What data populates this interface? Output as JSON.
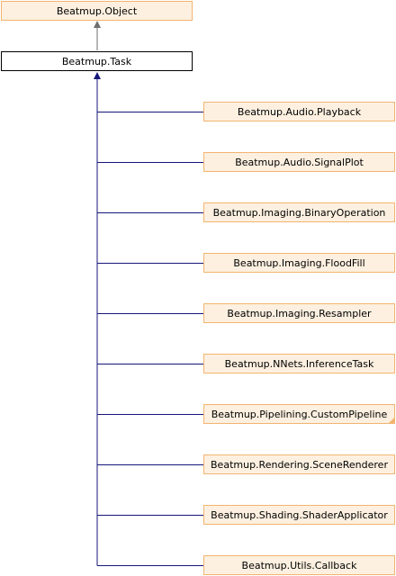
{
  "diagram": {
    "colors": {
      "external_fill": "#fdf0e0",
      "external_stroke": "#f2b570",
      "focus_fill": "#ffffff",
      "focus_stroke": "#000000",
      "edge": "#16167a",
      "edge_top": "#6e6e6e"
    },
    "nodes": [
      {
        "id": "object",
        "label": "Beatmup.Object",
        "kind": "external"
      },
      {
        "id": "task",
        "label": "Beatmup.Task",
        "kind": "focus"
      },
      {
        "id": "playback",
        "label": "Beatmup.Audio.Playback",
        "kind": "external"
      },
      {
        "id": "signalplot",
        "label": "Beatmup.Audio.SignalPlot",
        "kind": "external"
      },
      {
        "id": "binop",
        "label": "Beatmup.Imaging.BinaryOperation",
        "kind": "external"
      },
      {
        "id": "floodfill",
        "label": "Beatmup.Imaging.FloodFill",
        "kind": "external"
      },
      {
        "id": "resampler",
        "label": "Beatmup.Imaging.Resampler",
        "kind": "external"
      },
      {
        "id": "inference",
        "label": "Beatmup.NNets.InferenceTask",
        "kind": "external"
      },
      {
        "id": "custompipe",
        "label": "Beatmup.Pipelining.CustomPipeline",
        "kind": "external",
        "truncated": true
      },
      {
        "id": "scenerend",
        "label": "Beatmup.Rendering.SceneRenderer",
        "kind": "external"
      },
      {
        "id": "shaderapp",
        "label": "Beatmup.Shading.ShaderApplicator",
        "kind": "external"
      },
      {
        "id": "callback",
        "label": "Beatmup.Utils.Callback",
        "kind": "external"
      }
    ]
  }
}
